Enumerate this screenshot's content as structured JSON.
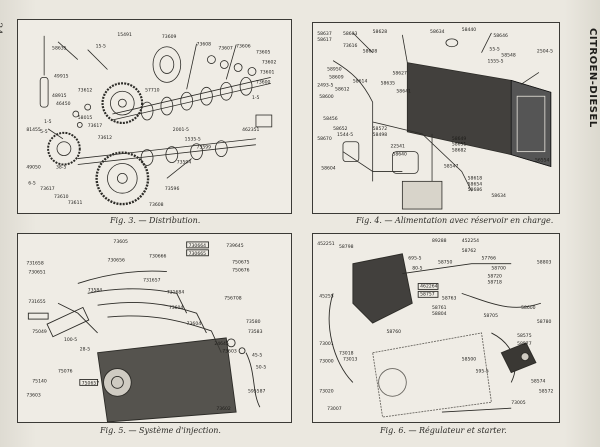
{
  "page_number": "34",
  "brand": "CITROEN-DIESEL",
  "figures": [
    {
      "id": "fig3",
      "caption": "Fig. 3. — Distribution.",
      "labels": [
        "58635",
        "15-5",
        "15491",
        "73609",
        "73608",
        "73607",
        "73606",
        "73605",
        "73602",
        "73601",
        "73600",
        "49915",
        "48915",
        "46450",
        "73612",
        "58015",
        "1-5",
        "57710",
        "73612",
        "5-5",
        "73617",
        "38-5",
        "81455",
        "49050",
        "6-5",
        "73617",
        "73610",
        "73611",
        "73608",
        "73596",
        "73599",
        "73594",
        "2001-5",
        "1535-5",
        "1-5",
        "462351"
      ]
    },
    {
      "id": "fig4",
      "caption": "Fig. 4. — Alimentation avec réservoir en charge.",
      "labels": [
        "58637",
        "58617",
        "58603",
        "58628",
        "58440",
        "58634",
        "58646",
        "55-5",
        "73616",
        "58608",
        "1555-5",
        "58548",
        "58950",
        "58609",
        "2493-5",
        "58612",
        "58614",
        "58600",
        "58635",
        "58627",
        "58641",
        "58456",
        "58652",
        "58670",
        "1544-5",
        "58572",
        "58498",
        "58604",
        "22541",
        "58649",
        "58651",
        "58682",
        "58640",
        "58547",
        "58618",
        "58654",
        "58686",
        "58634",
        "2504-5",
        "56554"
      ]
    },
    {
      "id": "fig5",
      "caption": "Fig. 5. — Système d'injection.",
      "labels": [
        "73605",
        "730664",
        "730665",
        "730666",
        "739645",
        "731658",
        "730656",
        "730651",
        "731655",
        "731657",
        "731684",
        "750675",
        "750676",
        "73584",
        "756708",
        "73604",
        "100-5",
        "75049",
        "73580",
        "73583",
        "75076",
        "28-5",
        "73604",
        "73603",
        "24645",
        "45-5",
        "75140",
        "50-5",
        "595587",
        "750657",
        "73603",
        "73602"
      ]
    },
    {
      "id": "fig6",
      "caption": "Fig. 6. — Régulateur et starter.",
      "labels": [
        "452251",
        "58798",
        "452254",
        "89288",
        "695-5",
        "80-5",
        "58750",
        "462264",
        "58757",
        "58762",
        "57766",
        "58700",
        "58720",
        "58718",
        "45255",
        "58763",
        "58761",
        "58804",
        "58803",
        "58600",
        "58705",
        "58760",
        "73001",
        "73018",
        "73013",
        "73000",
        "73020",
        "58780",
        "58500",
        "595-5",
        "73007",
        "58575",
        "58577",
        "58574",
        "73005",
        "58572"
      ]
    }
  ]
}
